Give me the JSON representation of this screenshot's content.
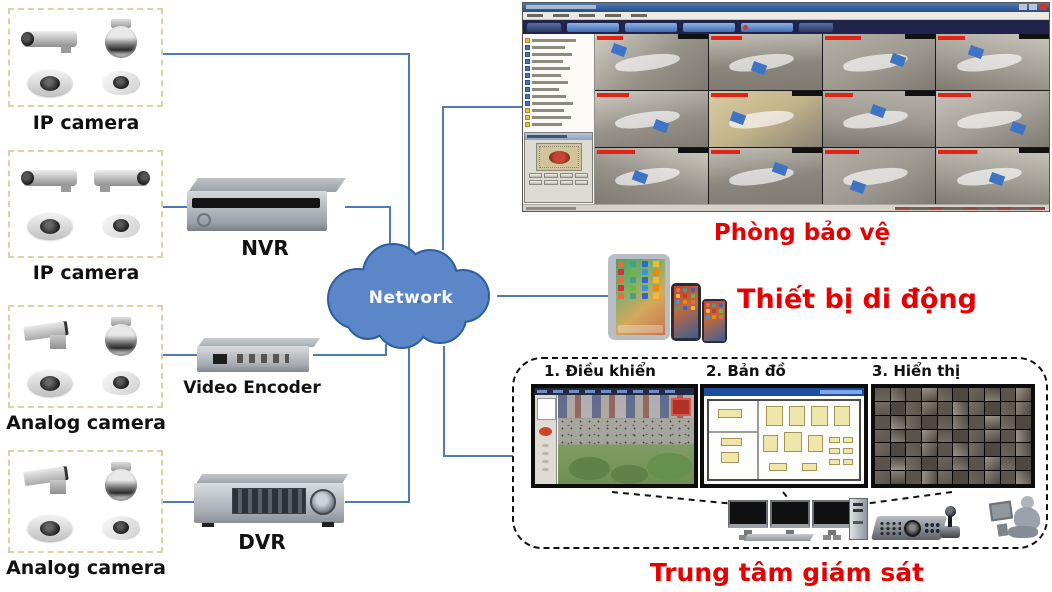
{
  "title": "CCTV surveillance system architecture diagram",
  "camera_groups": [
    {
      "label": "IP camera"
    },
    {
      "label": "IP camera"
    },
    {
      "label": "Analog camera"
    },
    {
      "label": "Analog camera"
    }
  ],
  "devices": {
    "nvr_label": "NVR",
    "video_encoder_label": "Video Encoder",
    "dvr_label": "DVR"
  },
  "network": {
    "label": "Network",
    "fill": "#5b87c9",
    "stroke": "#2d5f9f"
  },
  "connections": {
    "line_color": "#4f7ab3"
  },
  "security_room": {
    "label": "Phòng bảo vệ",
    "vms": {
      "camera_grid_rows": 3,
      "camera_grid_cols": 4,
      "tree_item_count": 13,
      "toolbar_button_count": 5
    }
  },
  "mobile": {
    "label": "Thiết bị di động",
    "devices": [
      "tablet",
      "phone",
      "phone"
    ]
  },
  "control_center": {
    "label": "Trung tâm giám sát",
    "screens": [
      {
        "label": "1. Điều khiển"
      },
      {
        "label": "2. Bản đồ"
      },
      {
        "label": "3. Hiển thị"
      }
    ],
    "video_wall": {
      "rows": 7,
      "cols": 10
    }
  },
  "colors": {
    "accent_red": "#e60000",
    "label_black": "#111111",
    "camera_box_border": "#d9d3a6",
    "wall_tile_palette": [
      "#6e665c",
      "#8a8276",
      "#5a544c",
      "#9c948a",
      "#776e62",
      "#4e4840"
    ],
    "app_icon_palette": [
      "#e07040",
      "#44a088",
      "#3366cc",
      "#f5b831",
      "#d23330",
      "#66bb44",
      "#3399dd",
      "#ee8800"
    ]
  }
}
